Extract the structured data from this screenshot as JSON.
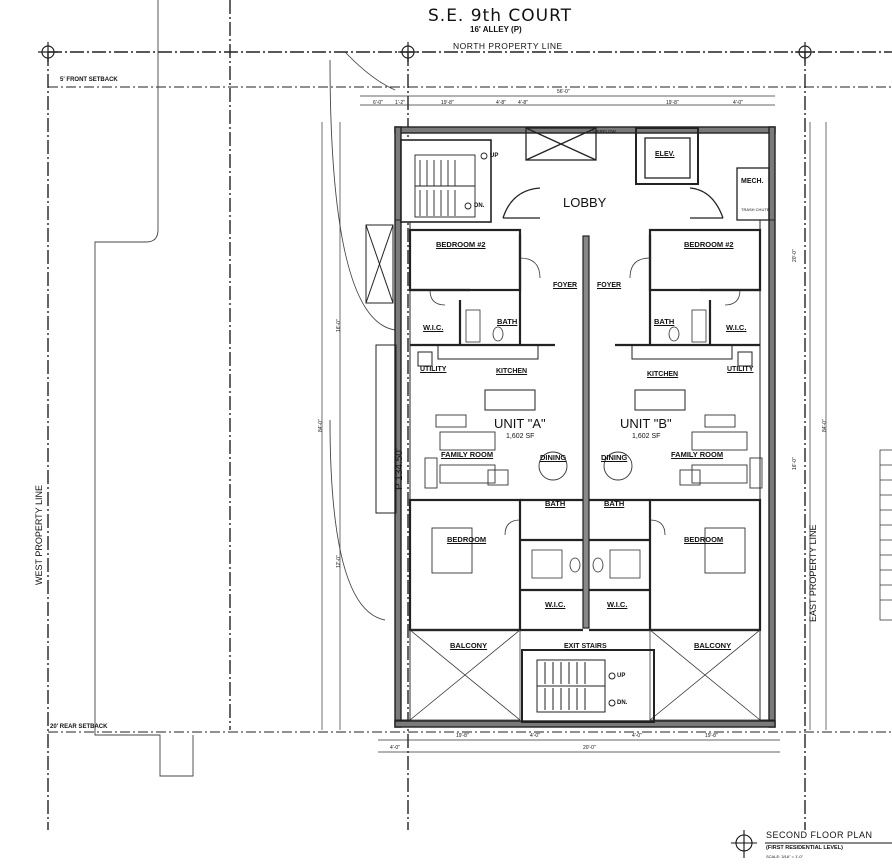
{
  "header": {
    "street": "S.E. 9th COURT",
    "alley": "16' ALLEY (P)",
    "north_line": "NORTH PROPERTY LINE"
  },
  "setbacks": {
    "front": "5' FRONT SETBACK",
    "rear": "20' REAR SETBACK"
  },
  "property_lines": {
    "west": "WEST PROPERTY LINE",
    "east": "EAST PROPERTY LINE"
  },
  "common": {
    "lobby": "LOBBY",
    "elevator": "ELEV.",
    "mech": "MECH.",
    "exit_stairs": "EXIT STAIRS",
    "up": "UP",
    "dn": "DN.",
    "overflow": "OVERFLOW",
    "trash_chute": "TRASH CHUTE"
  },
  "unit_a": {
    "name": "UNIT \"A\"",
    "area": "1,602 SF",
    "rooms": {
      "bedroom2": "BEDROOM #2",
      "foyer": "FOYER",
      "wic_top": "W.I.C.",
      "bath_top": "BATH",
      "utility": "UTILITY",
      "kitchen": "KITCHEN",
      "family": "FAMILY ROOM",
      "dining": "DINING",
      "bath_bottom": "BATH",
      "bedroom": "BEDROOM",
      "wic_bottom": "W.I.C.",
      "balcony": "BALCONY"
    }
  },
  "unit_b": {
    "name": "UNIT \"B\"",
    "area": "1,602 SF",
    "rooms": {
      "bedroom2": "BEDROOM #2",
      "foyer": "FOYER",
      "wic_top": "W.I.C.",
      "bath_top": "BATH",
      "utility": "UTILITY",
      "kitchen": "KITCHEN",
      "family": "FAMILY ROOM",
      "dining": "DINING",
      "bath_bottom": "BATH",
      "bedroom": "BEDROOM",
      "wic_bottom": "W.I.C.",
      "balcony": "BALCONY"
    }
  },
  "survey": {
    "distance": "P 134.50'"
  },
  "dimensions": {
    "overall_top": "56'-0\"",
    "top_segments": [
      "6'-0\"",
      "1'-2\"",
      "19'-8\"",
      "4'-8\"",
      "4'-8\"",
      "19'-8\"",
      "4'-0\""
    ],
    "bottom_segments": [
      "4'-0\"",
      "19'-8\"",
      "4'-0\"",
      "20'-0\"",
      "4'-0\"",
      "19'-8\""
    ],
    "side_left": [
      "84'-0\"",
      "16'-0\"",
      "12'-0\""
    ],
    "side_right": [
      "84'-0\"",
      "20'-0\"",
      "16'-0\""
    ]
  },
  "title_block": {
    "title": "SECOND FLOOR PLAN",
    "subtitle": "(FIRST RESIDENTIAL LEVEL)",
    "scale": "SCALE: 3/16\" = 1'-0\""
  },
  "colors": {
    "ink": "#111111",
    "wall": "#222222",
    "wall_fill": "#6b6b6b",
    "paper": "#ffffff"
  }
}
